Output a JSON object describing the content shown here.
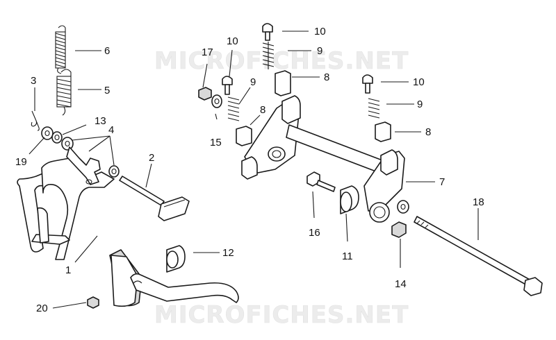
{
  "watermarks": [
    "MICROFICHES.NET",
    "MICROFICHES.NET"
  ],
  "callouts": [
    "6",
    "5",
    "3",
    "13",
    "4",
    "19",
    "2",
    "1",
    "12",
    "20",
    "10",
    "17",
    "9",
    "8",
    "15",
    "10",
    "9",
    "8",
    "10",
    "9",
    "8",
    "7",
    "16",
    "11",
    "14",
    "18"
  ]
}
